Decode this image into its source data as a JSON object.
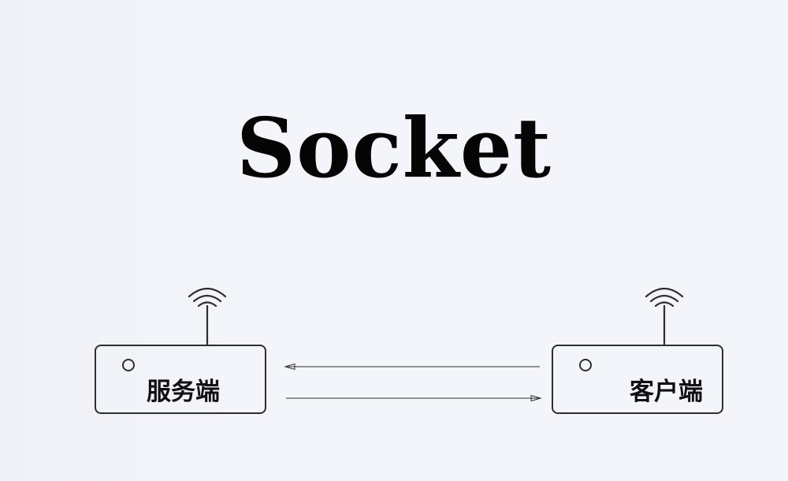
{
  "title": "Socket",
  "devices": {
    "server": {
      "label": "服务端"
    },
    "client": {
      "label": "客户端"
    }
  },
  "icons": {
    "antenna": "wifi-antenna-icon",
    "led": "status-light-icon",
    "arrow_left": "arrow-left-icon",
    "arrow_right": "arrow-right-icon"
  },
  "colors": {
    "background": "#f3f5fa",
    "stroke": "#2e2e2e",
    "text": "#050505"
  }
}
